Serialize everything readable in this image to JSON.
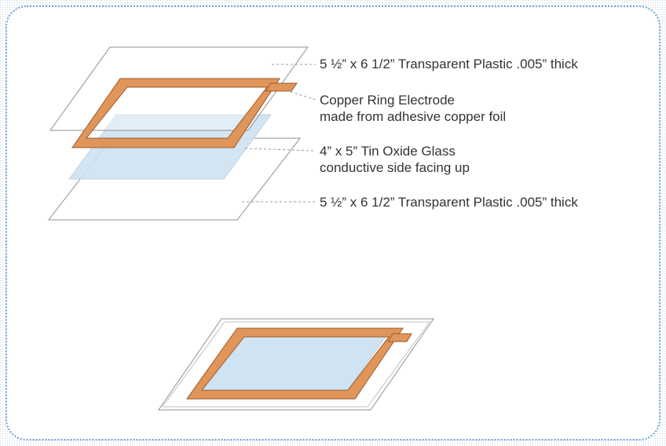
{
  "labels": {
    "top_plastic": "5 ½” x 6 1/2” Transparent Plastic .005” thick",
    "copper_line1": "Copper Ring Electrode",
    "copper_line2": "made from adhesive copper foil",
    "glass_line1": "4” x 5” Tin Oxide Glass",
    "glass_line2": "conductive side facing up",
    "bottom_plastic": "5 ½” x 6 1/2” Transparent Plastic .005” thick"
  },
  "colors": {
    "copper": "#e0955a",
    "copper_edge": "#9a5a2a",
    "glass": "#cfe3f2",
    "plastic_edge": "#909090",
    "frame_border": "#6aa0d8",
    "leader": "#9a9a9a",
    "text": "#333333"
  }
}
